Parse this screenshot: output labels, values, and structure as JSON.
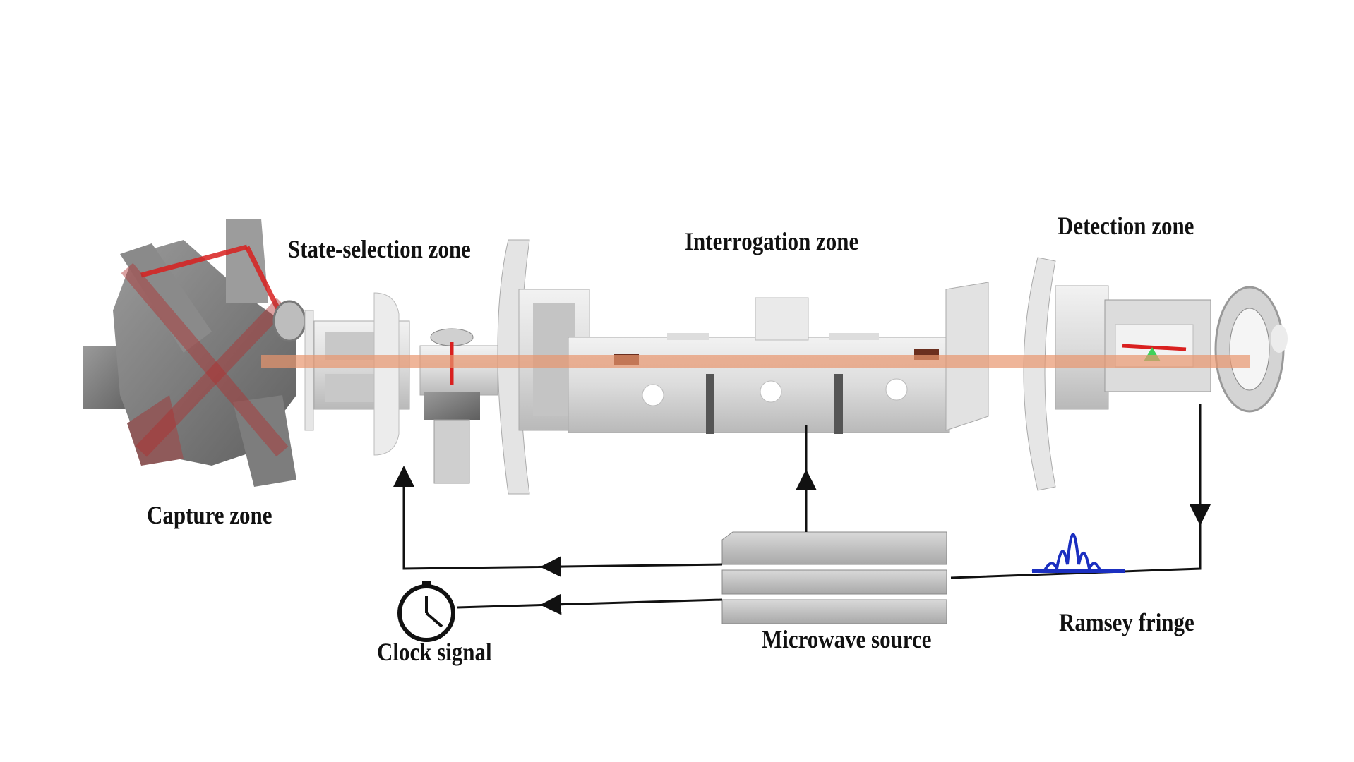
{
  "labels": {
    "capture_zone": "Capture zone",
    "state_selection_zone": "State-selection zone",
    "interrogation_zone": "Interrogation zone",
    "detection_zone": "Detection zone",
    "clock_signal": "Clock signal",
    "microwave_source": "Microwave source",
    "ramsey_fringe": "Ramsey fringe"
  },
  "colors": {
    "beam": "#e8956e",
    "laser": "#d9201f",
    "fringe": "#1b2fc0",
    "metal": "#d6d6d6",
    "fluorescence": "#3fd25a"
  },
  "icons": [
    "clock-icon",
    "arrow-icon"
  ]
}
